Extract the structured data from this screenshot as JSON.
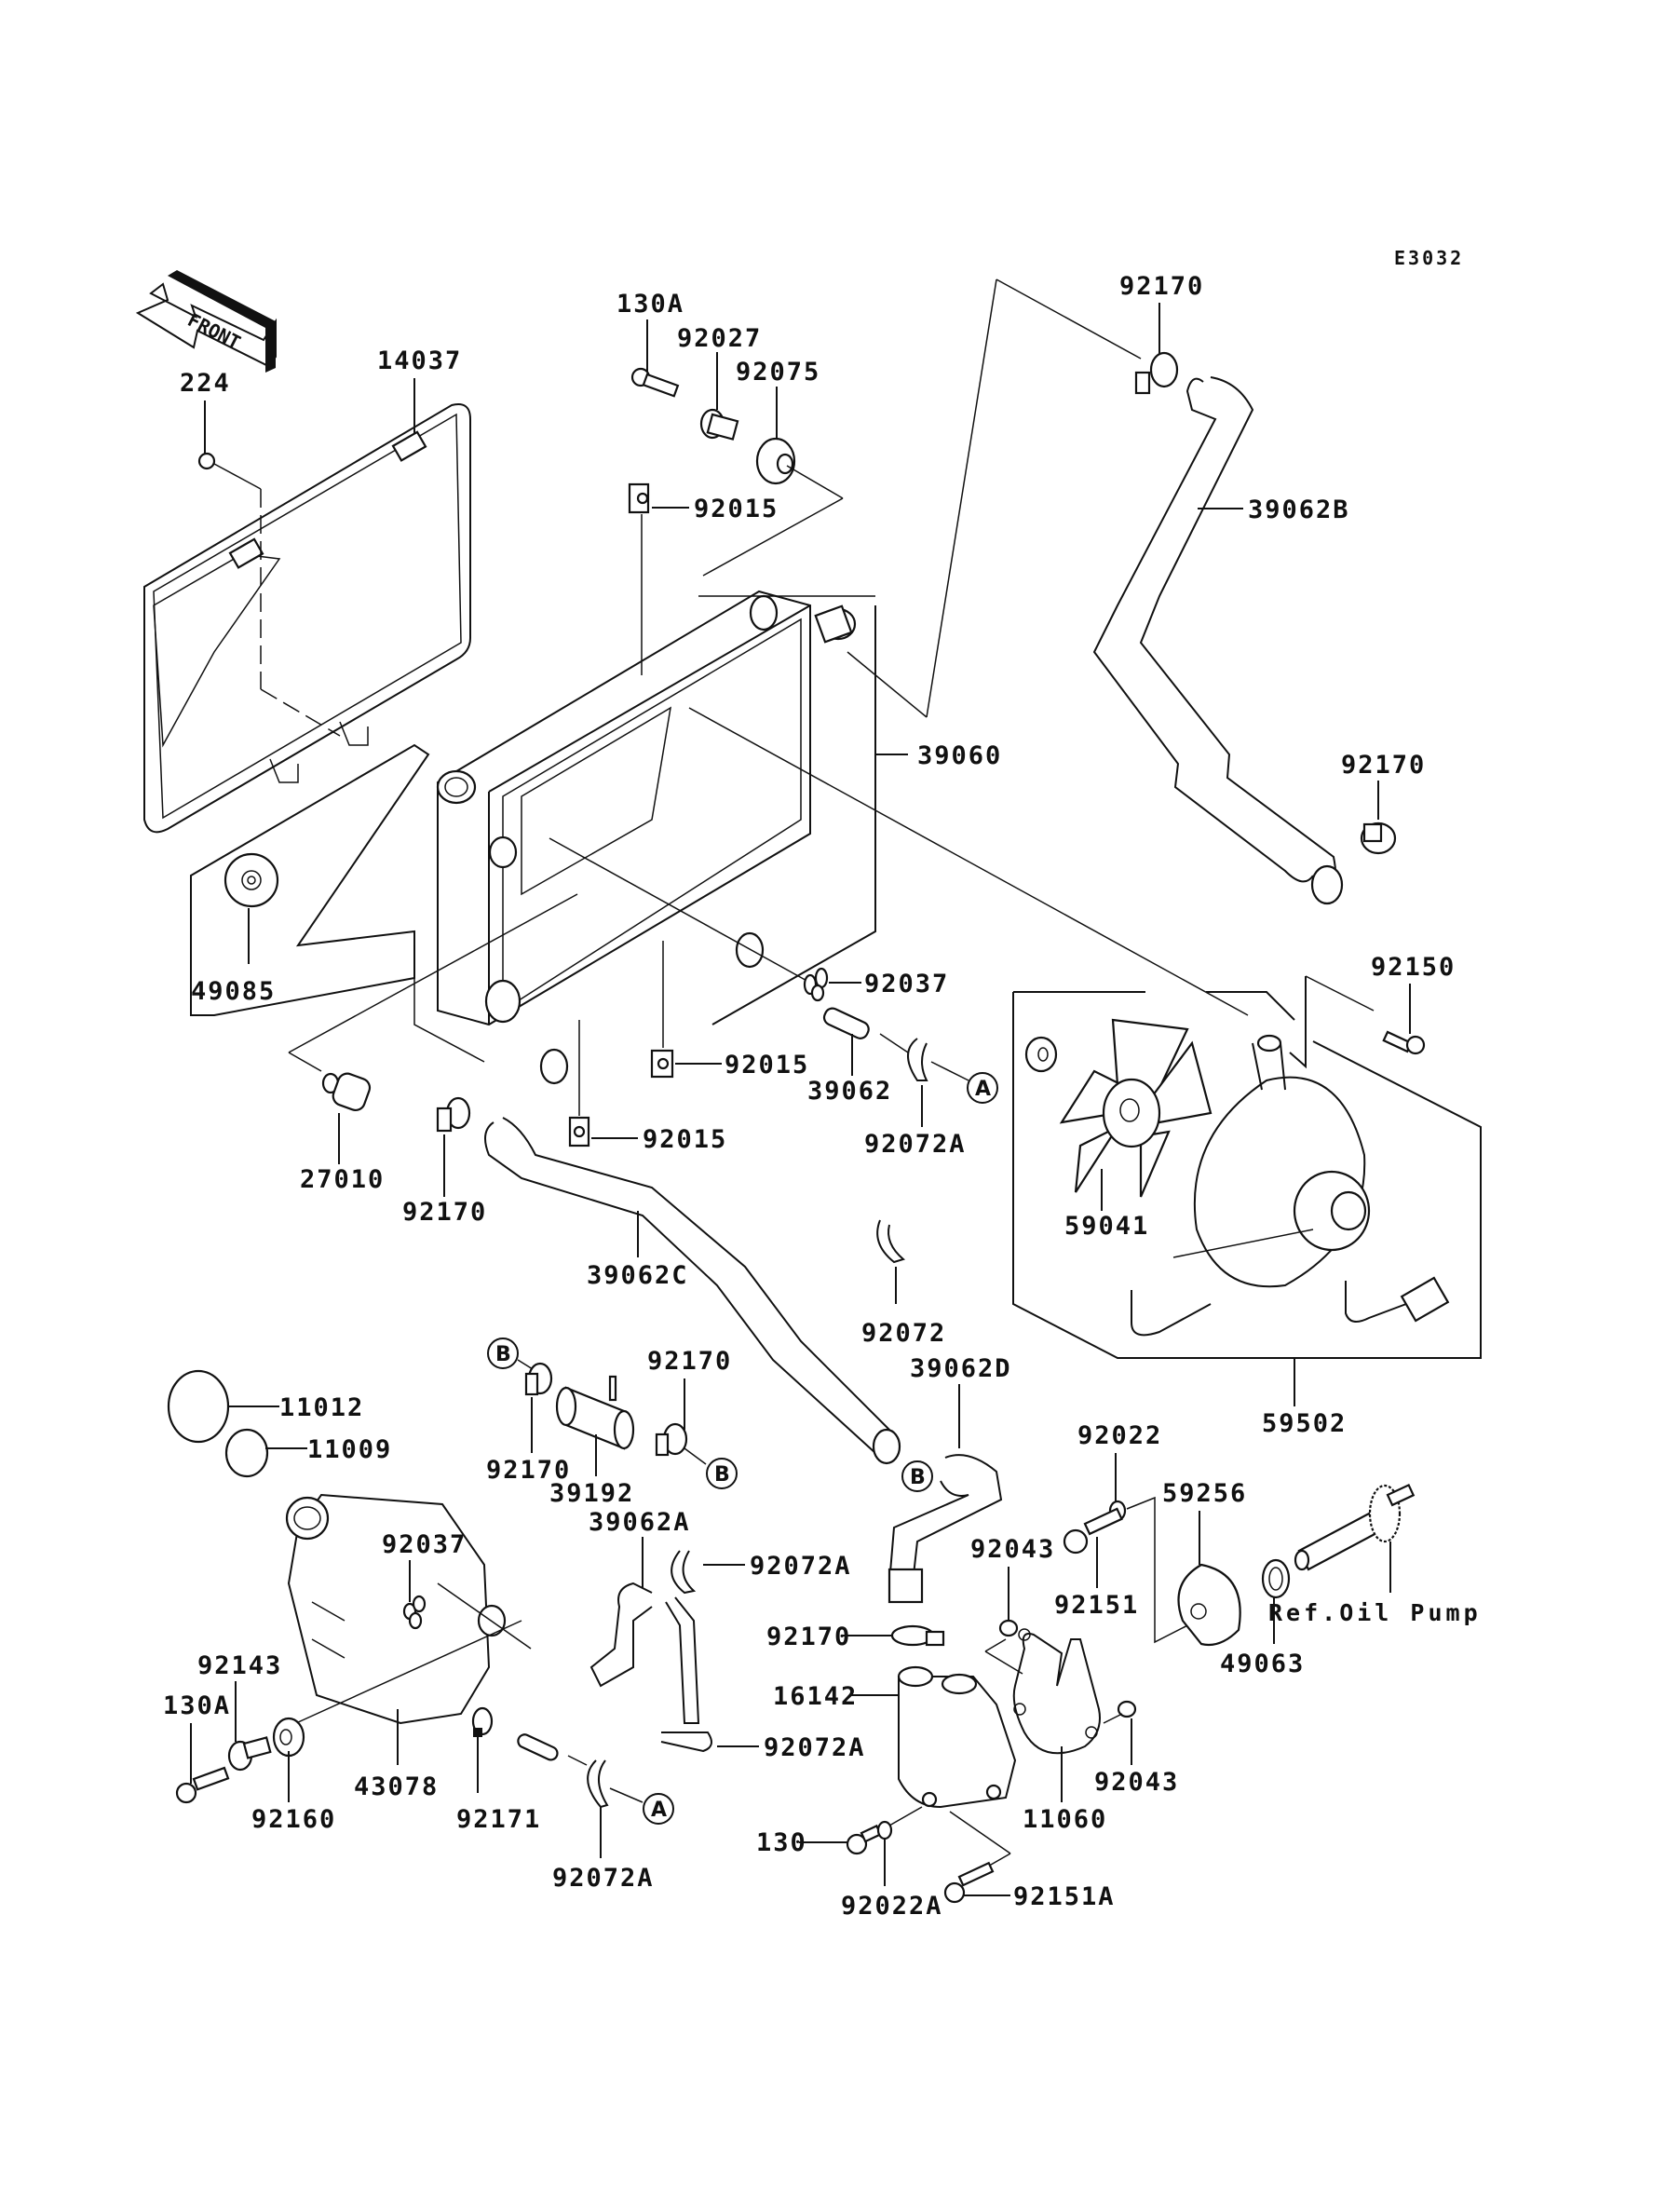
{
  "diagram": {
    "code": "E3032",
    "front_label": "FRONT",
    "reference_note": "Ref.Oil Pump",
    "markers": {
      "a": "A",
      "b": "B"
    },
    "parts": {
      "p224": "224",
      "p14037": "14037",
      "p130A_top": "130A",
      "p92027": "92027",
      "p92075": "92075",
      "p92015_top": "92015",
      "p92170_top": "92170",
      "p39062B": "39062B",
      "p39060": "39060",
      "p92170_right": "92170",
      "p49085": "49085",
      "p92037_top": "92037",
      "p92150": "92150",
      "p92015_mid": "92015",
      "p39062": "39062",
      "p92072A_top": "92072A",
      "p27010": "27010",
      "p92015_low": "92015",
      "p92170_left": "92170",
      "p59041": "59041",
      "p39062C": "39062C",
      "p92072": "92072",
      "p92170_mid": "92170",
      "p39062D": "39062D",
      "p59502": "59502",
      "p11012": "11012",
      "p11009": "11009",
      "p92170_b": "92170",
      "p39192": "39192",
      "p92022": "92022",
      "p59256": "59256",
      "p39062A": "39062A",
      "p92037_low": "92037",
      "p92072A_mid": "92072A",
      "p92043_top": "92043",
      "p92151": "92151",
      "p49063": "49063",
      "p92143": "92143",
      "p92170_pump": "92170",
      "p16142": "16142",
      "p130A_low": "130A",
      "p92072A_low": "92072A",
      "p92043_low": "92043",
      "p43078": "43078",
      "p92160": "92160",
      "p92171": "92171",
      "p11060": "11060",
      "p130": "130",
      "p92072A_bottom": "92072A",
      "p92022A": "92022A",
      "p92151A": "92151A"
    }
  }
}
